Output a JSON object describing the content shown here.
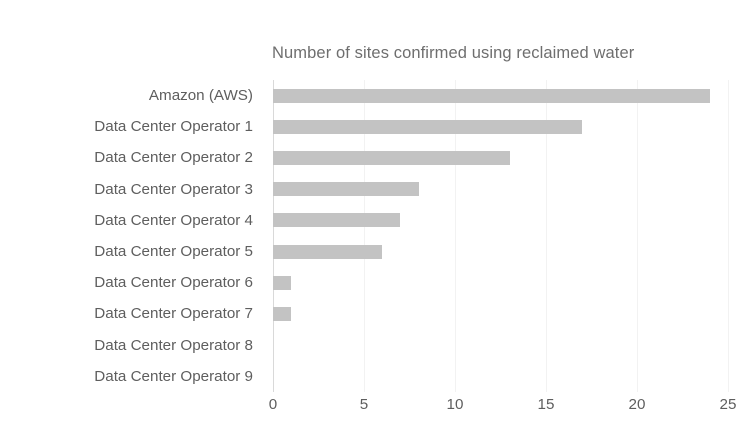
{
  "chart_data": {
    "type": "bar",
    "orientation": "horizontal",
    "title": "Number of sites confirmed using reclaimed water",
    "xlabel": "",
    "ylabel": "",
    "xlim": [
      0,
      25
    ],
    "xticks": [
      0,
      5,
      10,
      15,
      20,
      25
    ],
    "grid": true,
    "legend": false,
    "bar_color": "#c3c3c3",
    "text_color": "#5e5e5e",
    "title_color": "#6e6e6e",
    "gridline_color": "#f2f2f2",
    "axis_color": "#d9d9d9",
    "categories": [
      "Amazon (AWS)",
      "Data Center Operator 1",
      "Data Center Operator 2",
      "Data Center Operator 3",
      "Data Center Operator 4",
      "Data Center Operator 5",
      "Data Center Operator 6",
      "Data Center Operator 7",
      "Data Center Operator 8",
      "Data Center Operator 9"
    ],
    "values": [
      24,
      17,
      13,
      8,
      7,
      6,
      1,
      1,
      0,
      0
    ]
  }
}
